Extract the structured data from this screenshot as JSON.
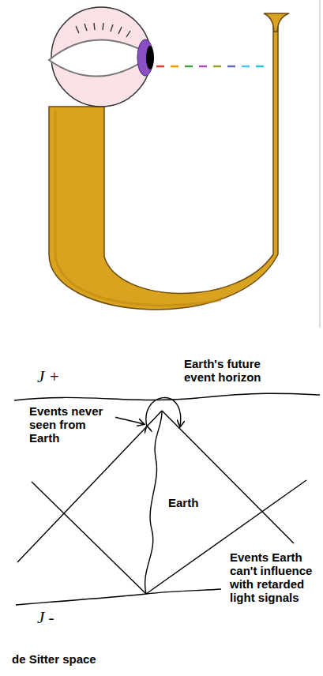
{
  "diagram": {
    "labels": [
      "J +",
      "Earth's future event horizon",
      "Events never seen from Earth",
      "Earth",
      "Events Earth can't influence with retarded light signals",
      "J -",
      "de Sitter space"
    ]
  }
}
